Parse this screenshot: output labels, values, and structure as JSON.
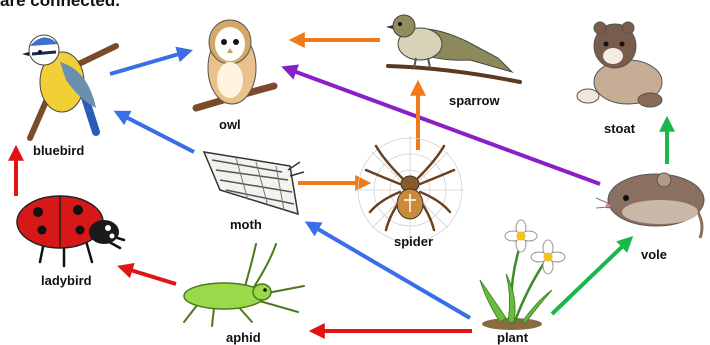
{
  "header": {
    "cutoff_text": "are connected."
  },
  "organisms": {
    "bluebird": "bluebird",
    "owl": "owl",
    "sparrow": "sparrow",
    "stoat": "stoat",
    "moth": "moth",
    "spider": "spider",
    "ladybird": "ladybird",
    "aphid": "aphid",
    "plant": "plant",
    "vole": "vole"
  },
  "colors": {
    "blue": "#3a6ee8",
    "orange": "#f07a1a",
    "purple": "#8a1fc7",
    "green": "#19b84a",
    "red": "#e01414"
  },
  "arrows": [
    {
      "from": "bluebird",
      "to": "owl",
      "color": "blue"
    },
    {
      "from": "sparrow",
      "to": "owl",
      "color": "orange"
    },
    {
      "from": "vole",
      "to": "owl",
      "color": "purple"
    },
    {
      "from": "moth",
      "to": "bluebird",
      "color": "blue"
    },
    {
      "from": "moth",
      "to": "spider",
      "color": "orange"
    },
    {
      "from": "spider",
      "to": "sparrow",
      "color": "orange"
    },
    {
      "from": "vole",
      "to": "stoat",
      "color": "green"
    },
    {
      "from": "ladybird",
      "to": "bluebird",
      "color": "red"
    },
    {
      "from": "aphid",
      "to": "ladybird",
      "color": "red"
    },
    {
      "from": "plant",
      "to": "moth",
      "color": "blue"
    },
    {
      "from": "plant",
      "to": "aphid",
      "color": "red"
    },
    {
      "from": "plant",
      "to": "vole",
      "color": "green"
    }
  ]
}
